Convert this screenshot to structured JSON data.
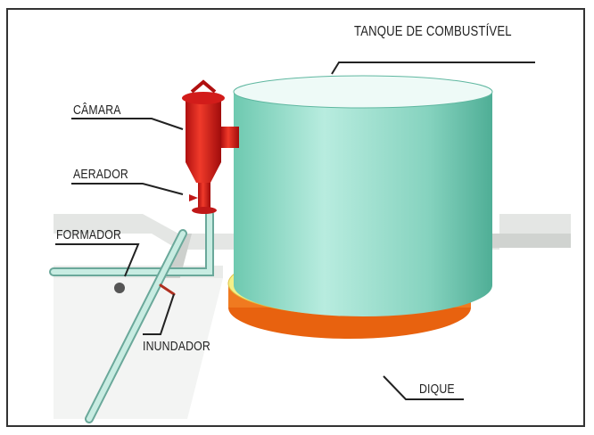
{
  "labels": {
    "tank": "TANQUE DE COMBUSTÍVEL",
    "chamber": "CÂMARA",
    "aerator": "AERADOR",
    "former": "FORMADOR",
    "flooder": "INUNDADOR",
    "dike": "DIQUE"
  },
  "colors": {
    "tank": "#8fd8c4",
    "chamber": "#e0201c",
    "dike_top": "#f4ef88",
    "dike_side": "#f07a20",
    "pipe": "#bfe5da",
    "ground": "#e6e8e6"
  }
}
